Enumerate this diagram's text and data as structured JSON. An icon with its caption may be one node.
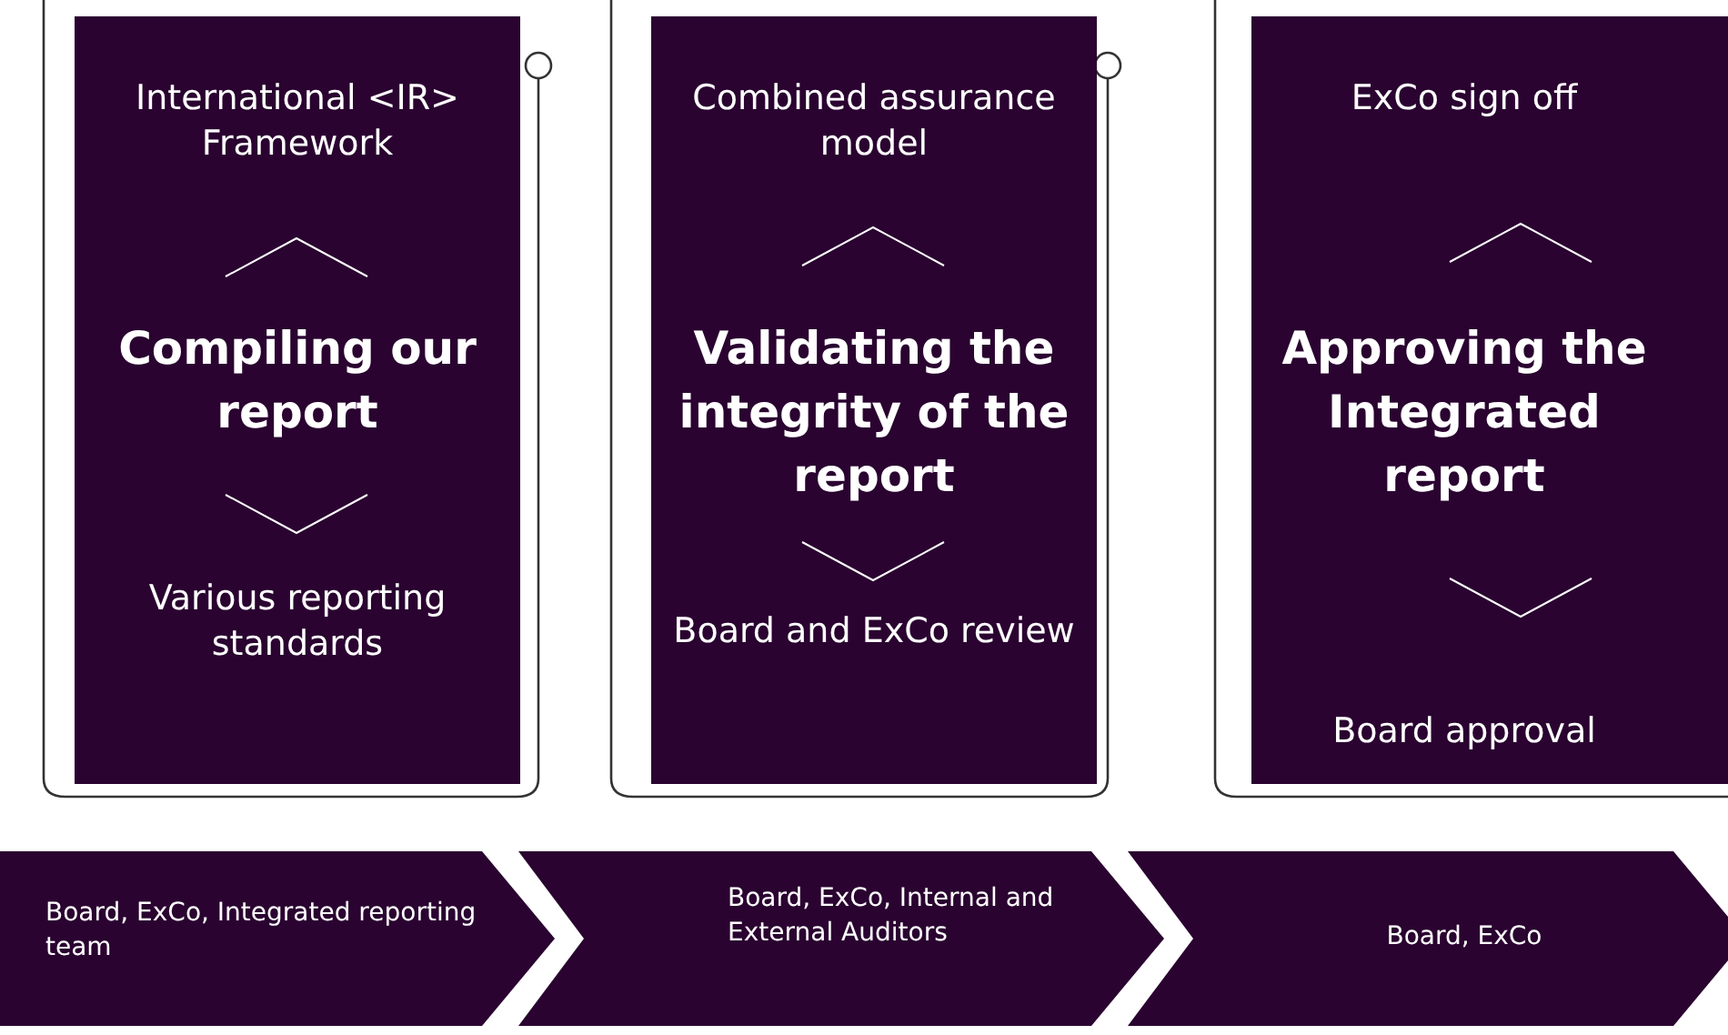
{
  "diagram": {
    "nodes": [
      {
        "text": [
          "International <IR> Framework",
          "Compiling our report",
          "Various reporting standards"
        ]
      },
      {
        "text": [
          "Combined assurance model",
          "Validating the integrity of the report",
          "Board and ExCo review"
        ]
      },
      {
        "text": [
          "ExCo sign off",
          "Approving the Integrated report",
          "Board approval"
        ]
      },
      {
        "text": [
          "Board, ExCo, Integrated reporting team"
        ]
      },
      {
        "text": [
          "Board, ExCo, Internal and External Auditors"
        ]
      },
      {
        "text": [
          "Board, ExCo"
        ]
      }
    ]
  }
}
